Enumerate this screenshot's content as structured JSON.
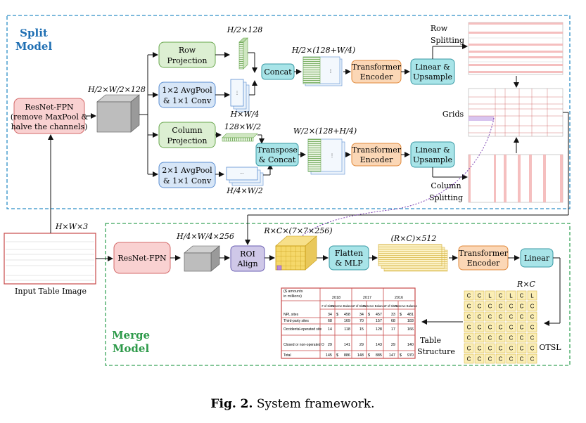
{
  "sections": {
    "split_title": [
      "Split",
      "Model"
    ],
    "merge_title": [
      "Merge",
      "Model"
    ]
  },
  "boxes": {
    "resnet_split": [
      "ResNet-FPN",
      "(remove MaxPool &",
      "halve the channels)"
    ],
    "row_projection": [
      "Row",
      "Projection"
    ],
    "avgpool_row": [
      "1×2 AvgPool",
      "& 1×1 Conv"
    ],
    "col_projection": [
      "Column",
      "Projection"
    ],
    "avgpool_col": [
      "2×1 AvgPool",
      "& 1×1 Conv"
    ],
    "concat": "Concat",
    "transpose_concat": [
      "Transpose",
      "& Concat"
    ],
    "transformer_top": [
      "Transformer",
      "Encoder"
    ],
    "transformer_mid": [
      "Transformer",
      "Encoder"
    ],
    "linear_up_top": [
      "Linear &",
      "Upsample"
    ],
    "linear_up_mid": [
      "Linear &",
      "Upsample"
    ],
    "resnet_merge": "ResNet-FPN",
    "roi_align": [
      "ROI",
      "Align"
    ],
    "flatten_mlp": [
      "Flatten",
      "& MLP"
    ],
    "transformer_merge": [
      "Transformer",
      "Encoder"
    ],
    "linear_merge": "Linear"
  },
  "labels": {
    "h2x128": "H/2×128",
    "h2w2x128": "H/2×W/2×128",
    "h2x128w4": "H/2×(128+W/4)",
    "hw4": "H×W/4",
    "x128w2": "128×W/2",
    "w2x128h4": "W/2×(128+H/4)",
    "h4w2": "H/4×W/2",
    "row_splitting": [
      "Row",
      "Splitting"
    ],
    "grids": "Grids",
    "column_splitting": [
      "Column",
      "Splitting"
    ],
    "hxwx3": "H×W×3",
    "h4w4x256": "H/4×W/4×256",
    "rxcx7x7x256": "R×C×(7×7×256)",
    "rxc512": "(R×C)×512",
    "rxc": "R×C",
    "input_table": "Input Table Image",
    "table_structure": [
      "Table",
      "Structure"
    ],
    "otsl": "OTSL"
  },
  "otsl_grid": [
    [
      "C",
      "C",
      "L",
      "C",
      "L",
      "C",
      "L"
    ],
    [
      "C",
      "C",
      "C",
      "C",
      "C",
      "C",
      "C"
    ],
    [
      "C",
      "C",
      "C",
      "C",
      "C",
      "C",
      "C"
    ],
    [
      "C",
      "C",
      "C",
      "C",
      "C",
      "C",
      "C"
    ],
    [
      "C",
      "C",
      "C",
      "C",
      "C",
      "C",
      "C"
    ],
    [
      "C",
      "C",
      "C",
      "C",
      "C",
      "C",
      "C"
    ],
    [
      "C",
      "C",
      "C",
      "C",
      "C",
      "C",
      "C"
    ]
  ],
  "table_image": {
    "header_units": [
      "($ amounts",
      "in millions)"
    ],
    "years": [
      "2018",
      "2017",
      "2016"
    ],
    "subheaders": [
      "# of Sites",
      "Reserve Balance",
      "# of Sites",
      "Reserve Balance",
      "# of Sites",
      "Reserve Balance"
    ],
    "rows": [
      {
        "label": "NPL sites",
        "values": [
          "34",
          "$",
          "458",
          "34",
          "$",
          "457",
          "33",
          "$",
          "481"
        ]
      },
      {
        "label": "Third-party sites",
        "values": [
          "68",
          "",
          "169",
          "70",
          "",
          "157",
          "68",
          "",
          "183"
        ]
      },
      {
        "label": "Occidental-operated sites",
        "values": [
          "14",
          "",
          "118",
          "15",
          "",
          "128",
          "17",
          "",
          "166"
        ]
      },
      {
        "label": "Closed or non-operated Occidental sites",
        "values": [
          "29",
          "",
          "141",
          "29",
          "",
          "143",
          "29",
          "",
          "140"
        ]
      },
      {
        "label": "Total",
        "values": [
          "145",
          "$",
          "886",
          "148",
          "$",
          "885",
          "147",
          "$",
          "970"
        ]
      }
    ]
  },
  "caption": {
    "prefix": "Fig. 2.",
    "text": " System framework."
  }
}
